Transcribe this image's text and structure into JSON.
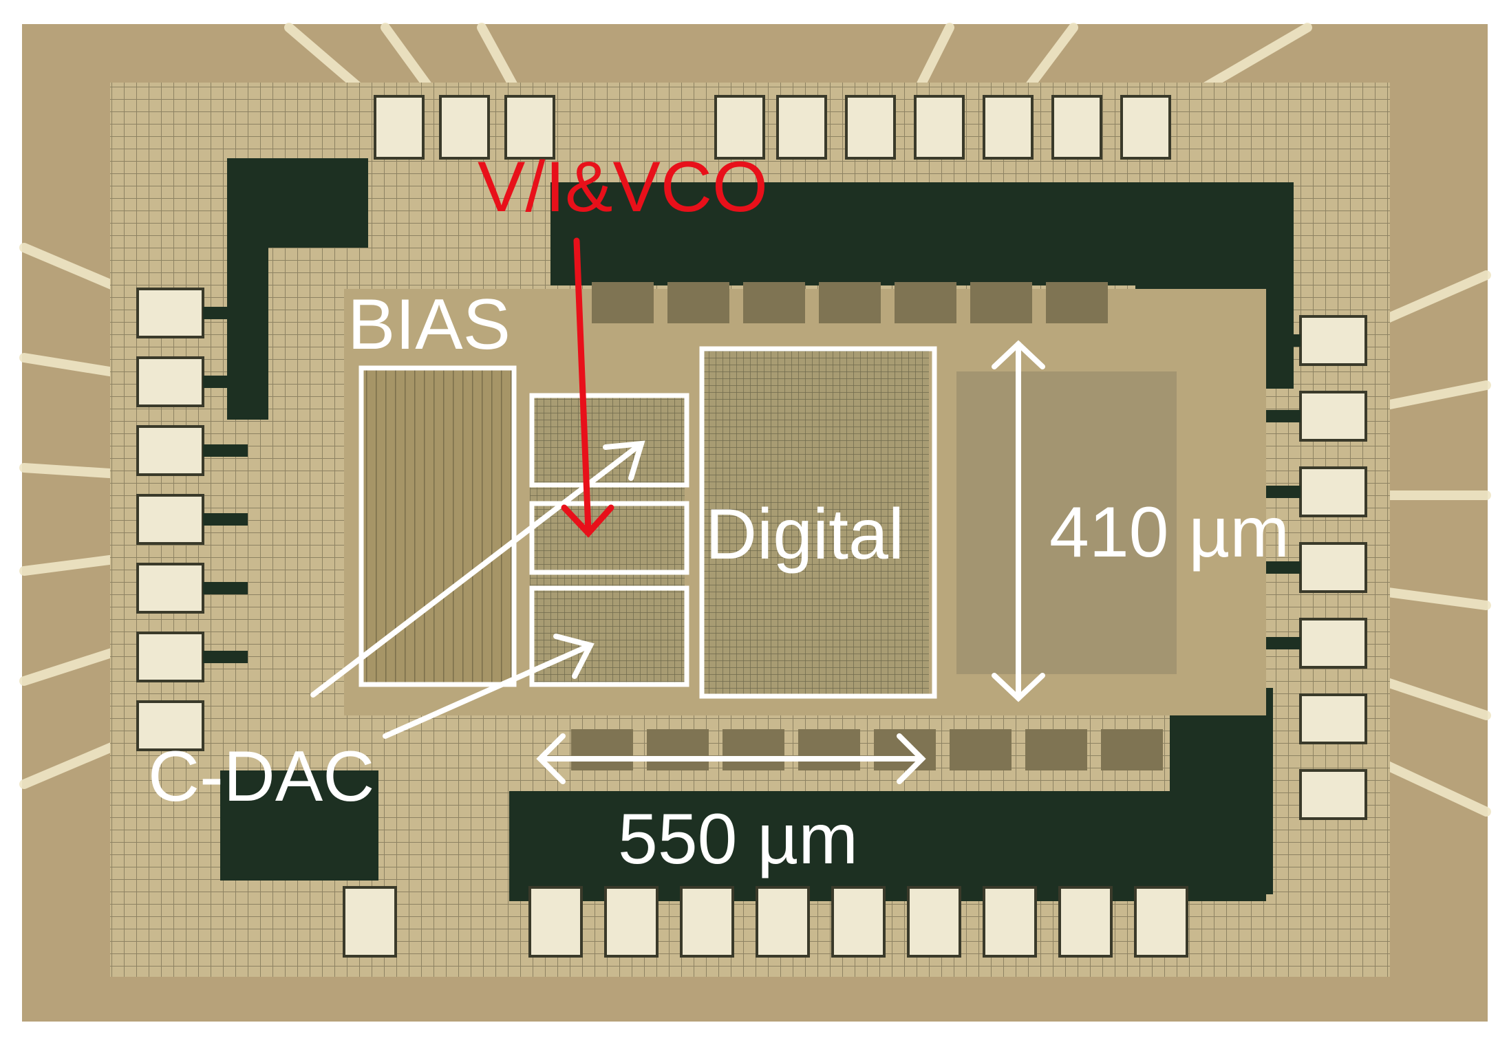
{
  "labels": {
    "vco": "V/I&VCO",
    "bias": "BIAS",
    "digital": "Digital",
    "cdac": "C-DAC",
    "height_dimension": "410 µm",
    "width_dimension": "550 µm"
  },
  "colors": {
    "annotation_white": "#ffffff",
    "annotation_red": "#e8101a",
    "package_background": "#b7a27a",
    "die_dark": "#1d3022"
  }
}
